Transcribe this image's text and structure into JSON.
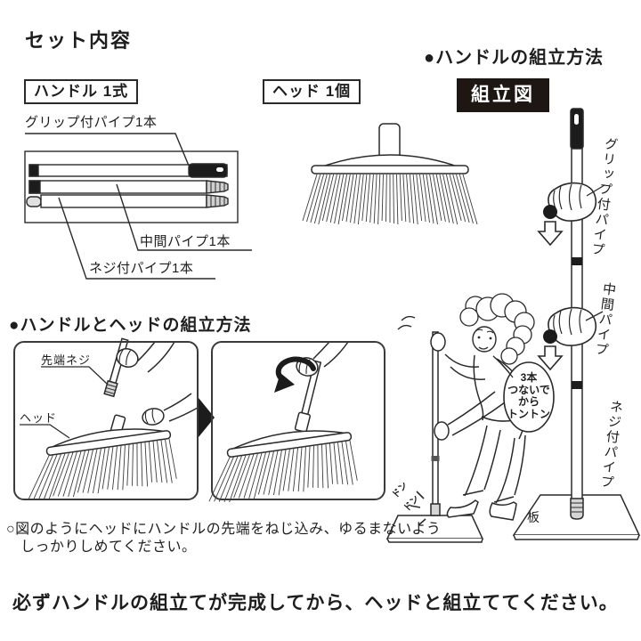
{
  "set_contents": {
    "heading": "セット内容",
    "handle_box_label": "ハンドル 1式",
    "grip_pipe_label": "グリップ付パイプ1本",
    "middle_pipe_label": "中間パイプ1本",
    "screw_pipe_label": "ネジ付パイプ1本",
    "head_box_label": "ヘッド 1個"
  },
  "handle_assembly": {
    "heading": "●ハンドルの組立方法",
    "diagram_badge": "組立図",
    "grip_pipe_label": "グリップ付パイプ",
    "middle_pipe_label": "中間パイプ",
    "screw_pipe_label": "ネジ付パイプ",
    "board_label": "板",
    "speech_bubble_lines": [
      "3本",
      "つないで",
      "から",
      "トントン"
    ],
    "sound_effect_1": "ドン",
    "sound_effect_2": "ドン"
  },
  "head_assembly": {
    "heading": "●ハンドルとヘッドの組立方法",
    "tip_screw_label": "先端ネジ",
    "head_label": "ヘッド",
    "note_line_1": "○図のようにヘッドにハンドルの先端をねじ込み、ゆるまないよう",
    "note_line_2": "しっかりしめてください。"
  },
  "footer": {
    "warning": "必ずハンドルの組立てが完成してから、ヘッドと組立ててください。"
  },
  "colors": {
    "ink": "#2a2a2a",
    "black_fill": "#1c1c1c",
    "paper": "#ffffff"
  }
}
